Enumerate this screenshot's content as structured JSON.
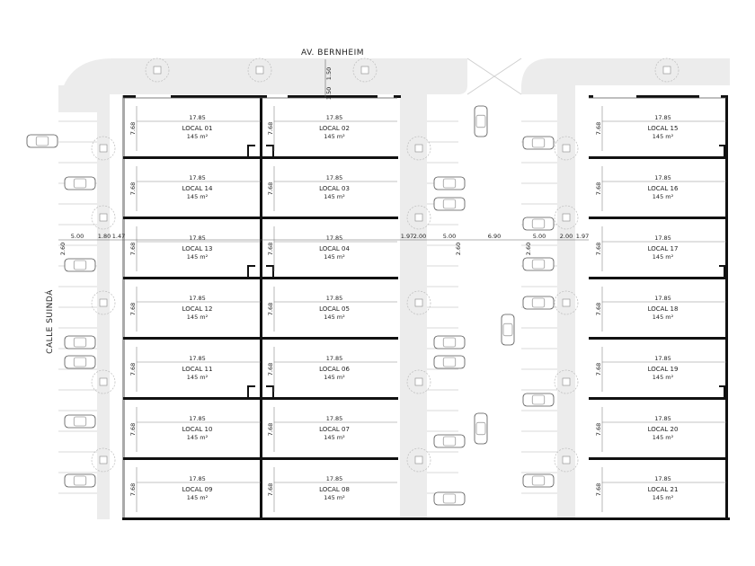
{
  "streets": {
    "top": "AV. BERNHEIM",
    "left": "CALLE SUINDÁ"
  },
  "colors": {
    "sidewalk": "#ececec",
    "wall": "#111111",
    "line": "#999999"
  },
  "locals": {
    "left_column": [
      {
        "name": "LOCAL 01",
        "area": "145 m²",
        "width": "17.85",
        "depth": "7.68"
      },
      {
        "name": "LOCAL 14",
        "area": "145 m²",
        "width": "17.85",
        "depth": "7.68"
      },
      {
        "name": "LOCAL 13",
        "area": "145 m²",
        "width": "17.85",
        "depth": "7.68"
      },
      {
        "name": "LOCAL 12",
        "area": "145 m²",
        "width": "17.85",
        "depth": "7.68"
      },
      {
        "name": "LOCAL 11",
        "area": "145 m²",
        "width": "17.85",
        "depth": "7.68"
      },
      {
        "name": "LOCAL 10",
        "area": "145 m²",
        "width": "17.85",
        "depth": "7.68"
      },
      {
        "name": "LOCAL 09",
        "area": "145 m²",
        "width": "17.85",
        "depth": "7.68"
      }
    ],
    "middle_column": [
      {
        "name": "LOCAL 02",
        "area": "145 m²",
        "width": "17.85",
        "depth": "7.68"
      },
      {
        "name": "LOCAL 03",
        "area": "145 m²",
        "width": "17.85",
        "depth": "7.68"
      },
      {
        "name": "LOCAL 04",
        "area": "145 m²",
        "width": "17.85",
        "depth": "7.68"
      },
      {
        "name": "LOCAL 05",
        "area": "145 m²",
        "width": "17.85",
        "depth": "7.68"
      },
      {
        "name": "LOCAL 06",
        "area": "145 m²",
        "width": "17.85",
        "depth": "7.68"
      },
      {
        "name": "LOCAL 07",
        "area": "145 m²",
        "width": "17.85",
        "depth": "7.68"
      },
      {
        "name": "LOCAL 08",
        "area": "145 m²",
        "width": "17.85",
        "depth": "7.68"
      }
    ],
    "right_column": [
      {
        "name": "LOCAL 15",
        "area": "145 m²",
        "width": "17.85",
        "depth": "7.68"
      },
      {
        "name": "LOCAL 16",
        "area": "145 m²",
        "width": "17.85",
        "depth": "7.68"
      },
      {
        "name": "LOCAL 17",
        "area": "145 m²",
        "width": "17.85",
        "depth": "7.68"
      },
      {
        "name": "LOCAL 18",
        "area": "145 m²",
        "width": "17.85",
        "depth": "7.68"
      },
      {
        "name": "LOCAL 19",
        "area": "145 m²",
        "width": "17.85",
        "depth": "7.68"
      },
      {
        "name": "LOCAL 20",
        "area": "145 m²",
        "width": "17.85",
        "depth": "7.68"
      },
      {
        "name": "LOCAL 21",
        "area": "145 m²",
        "width": "17.85",
        "depth": "7.68"
      }
    ]
  },
  "section_dimensions": [
    "5.00",
    "1.80",
    "1.47",
    "1.97",
    "2.00",
    "5.00",
    "6.90",
    "5.00",
    "2.00",
    "1.97"
  ],
  "parking_depth": [
    "2.60",
    "2.60",
    "2.60"
  ],
  "sidewalk_dimensions": [
    "1.50",
    "1.50"
  ]
}
